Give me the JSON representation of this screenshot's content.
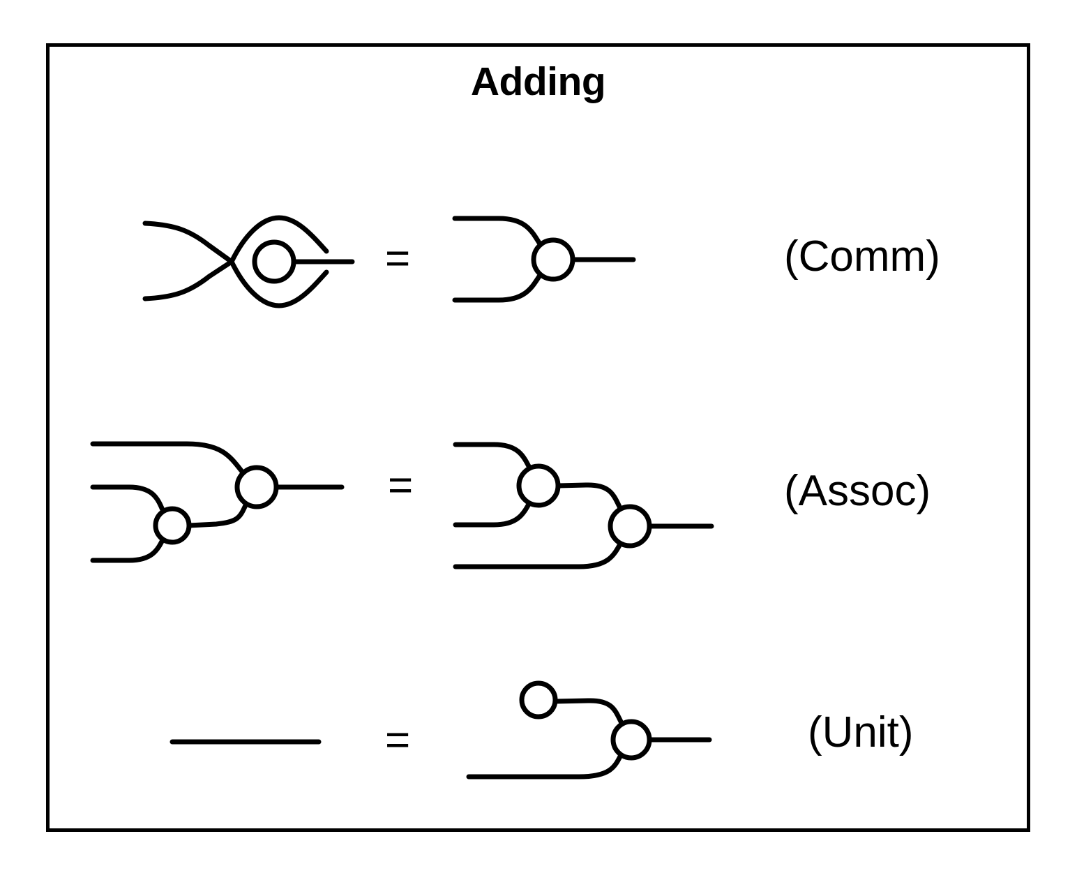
{
  "panel": {
    "title": "Adding",
    "border_color": "#000000",
    "background_color": "#ffffff",
    "stroke_color": "#000000"
  },
  "equals_symbol": "=",
  "rows": [
    {
      "id": "comm",
      "label": "(Comm)",
      "equals": "=",
      "left_diagram": "swap-then-add",
      "right_diagram": "add",
      "left_inputs": 2,
      "right_inputs": 2,
      "left_nodes": 1,
      "right_nodes": 1
    },
    {
      "id": "assoc",
      "label": "(Assoc)",
      "equals": "=",
      "left_diagram": "add-right-nested",
      "right_diagram": "add-left-nested",
      "left_inputs": 3,
      "right_inputs": 3,
      "left_nodes": 2,
      "right_nodes": 2
    },
    {
      "id": "unit",
      "label": "(Unit)",
      "equals": "=",
      "left_diagram": "identity-wire",
      "right_diagram": "unit-then-add",
      "left_inputs": 1,
      "right_inputs": 1,
      "left_nodes": 0,
      "right_nodes": 2
    }
  ],
  "chart_data": {
    "type": "diagram",
    "title": "Adding",
    "notation": "string diagram / prop graphical calculus",
    "generators": [
      {
        "name": "add-node",
        "glyph": "open-circle",
        "arity_in": 2,
        "arity_out": 1
      },
      {
        "name": "unit-node",
        "glyph": "open-circle-terminal",
        "arity_in": 0,
        "arity_out": 1
      },
      {
        "name": "swap",
        "glyph": "crossing-wires",
        "arity_in": 2,
        "arity_out": 2
      },
      {
        "name": "identity",
        "glyph": "straight-wire",
        "arity_in": 1,
        "arity_out": 1
      }
    ],
    "equations": [
      {
        "label": "(Comm)",
        "lhs": "add ∘ swap",
        "rhs": "add"
      },
      {
        "label": "(Assoc)",
        "lhs": "add ∘ (id ⊗ add)",
        "rhs": "add ∘ (add ⊗ id)"
      },
      {
        "label": "(Unit)",
        "lhs": "id",
        "rhs": "add ∘ (unit ⊗ id)"
      }
    ]
  }
}
